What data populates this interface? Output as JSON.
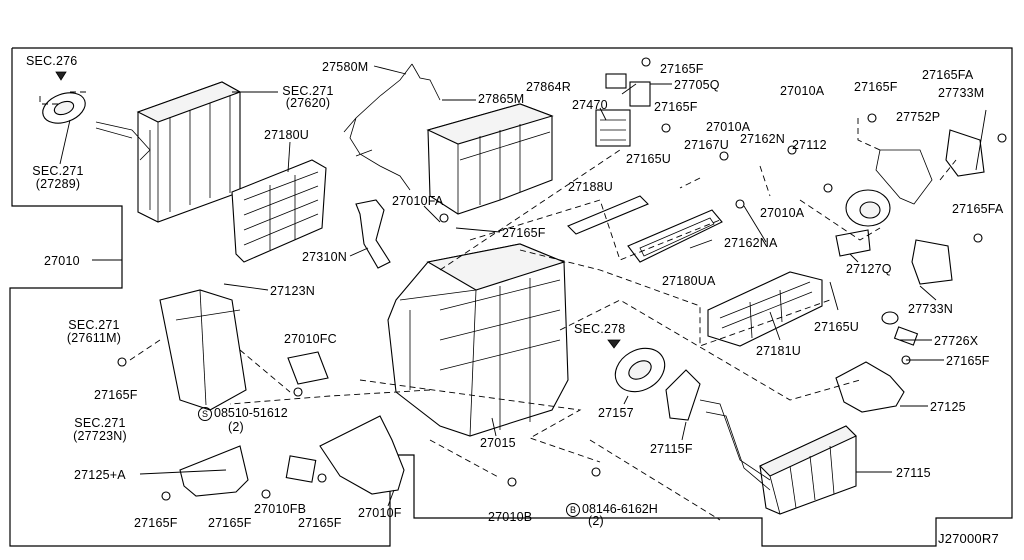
{
  "diagram": {
    "ref_code": "J27000R7",
    "labels": {
      "sec276": "SEC.276",
      "sec271_top": "SEC.271",
      "p27620": "(27620)",
      "sec271_left": "SEC.271",
      "p27289": "(27289)",
      "p27580m": "27580M",
      "p27865m": "27865M",
      "p27180u": "27180U",
      "p27010": "27010",
      "p27010fa": "27010FA",
      "p27165f_a": "27165F",
      "p27310n": "27310N",
      "p27123n": "27123N",
      "sec271_611": "SEC.271",
      "p27611m": "(27611M)",
      "p27165f_b": "27165F",
      "p27010fc": "27010FC",
      "bolt1_code": "08510-51612",
      "bolt1_qty": "(2)",
      "sec271_723": "SEC.271",
      "p27723n": "(27723N)",
      "p27125a": "27125+A",
      "p27165f_c": "27165F",
      "p27165f_d": "27165F",
      "p27010fb": "27010FB",
      "p27165f_e": "27165F",
      "p27010f": "27010F",
      "p27015": "27015",
      "p27010b": "27010B",
      "bolt2_code": "08146-6162H",
      "bolt2_qty": "(2)",
      "p27864r": "27864R",
      "p27165f_f": "27165F",
      "p27705q": "27705Q",
      "p27470": "27470",
      "p27165f_g": "27165F",
      "p27010a_1": "27010A",
      "p27167u": "27167U",
      "p27165u_1": "27165U",
      "p27162n": "27162N",
      "p27188u": "27188U",
      "p27010a_2": "27010A",
      "p27112": "27112",
      "p27162na": "27162NA",
      "p27010a_3": "27010A",
      "p27180ua": "27180UA",
      "p27165f_h": "27165F",
      "p27752p": "27752P",
      "p27165fa_1": "27165FA",
      "p27733m": "27733M",
      "p27165fa_2": "27165FA",
      "p27127q": "27127Q",
      "p27733n": "27733N",
      "p27165u_2": "27165U",
      "p27181u": "27181U",
      "sec278": "SEC.278",
      "p27726x": "27726X",
      "p27165f_i": "27165F",
      "p27157": "27157",
      "p27125": "27125",
      "p27115f": "27115F",
      "p27115": "27115"
    },
    "bolt_marks": {
      "s": "S",
      "b": "B"
    }
  }
}
